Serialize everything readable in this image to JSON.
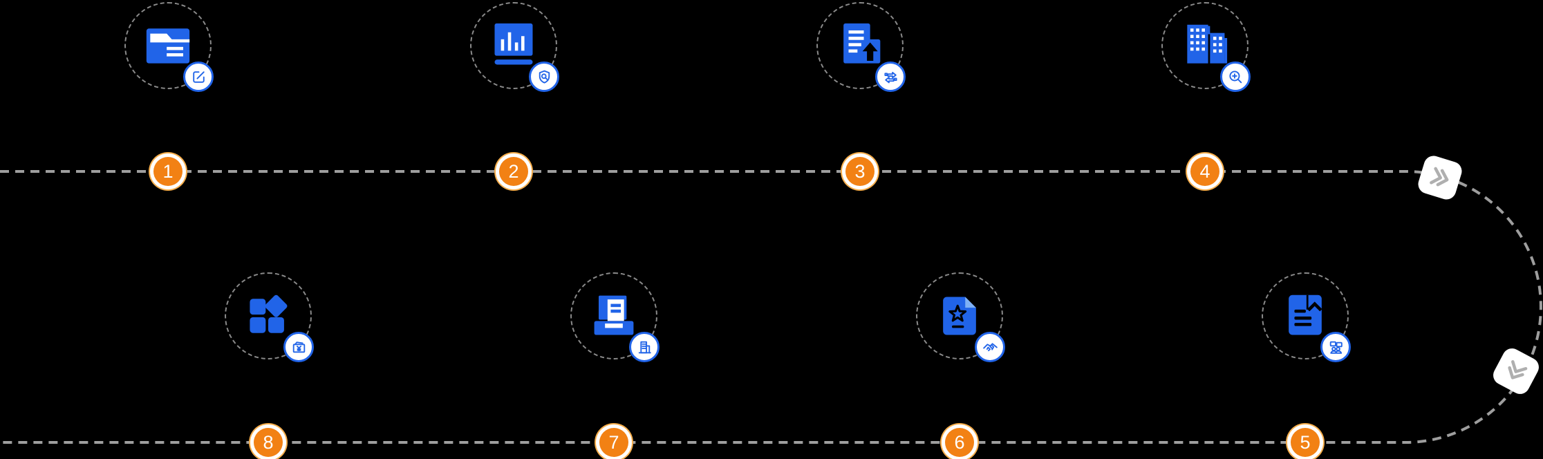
{
  "diagram": {
    "type": "process-flow-snake-timeline",
    "background": "#000000",
    "colors": {
      "icon_blue": "#2164E8",
      "fold_light_blue": "#7FB1F5",
      "badge_background": "#FFFFFF",
      "marker_orange": "#F28114",
      "marker_outer_ring": "#F6AE4C",
      "marker_text": "#FFFFFF",
      "path_gray": "#9E9E9E",
      "circle_gray": "#8A8A8A",
      "chevron_gray": "#AFAFAF"
    },
    "route": {
      "style": "dashed",
      "top_row_direction": "left-to-right",
      "bottom_row_direction": "right-to-left",
      "turn_side": "right"
    },
    "steps": [
      {
        "number": "1",
        "row": "top",
        "icon": "folder-edit",
        "badge_icon": "edit-pen-square"
      },
      {
        "number": "2",
        "row": "top",
        "icon": "bar-chart-board",
        "badge_icon": "shield-search"
      },
      {
        "number": "3",
        "row": "top",
        "icon": "document-upload",
        "badge_icon": "transfer-arrows"
      },
      {
        "number": "4",
        "row": "top",
        "icon": "buildings",
        "badge_icon": "magnifier-zoom-in"
      },
      {
        "number": "5",
        "row": "bottom",
        "icon": "notebook-bookmark",
        "badge_icon": "people-discussion"
      },
      {
        "number": "6",
        "row": "bottom",
        "icon": "certificate-star",
        "badge_icon": "handshake"
      },
      {
        "number": "7",
        "row": "bottom",
        "icon": "document-tray",
        "badge_icon": "building"
      },
      {
        "number": "8",
        "row": "bottom",
        "icon": "apps-grid-diamond",
        "badge_icon": "money-yen"
      }
    ],
    "connectors": [
      {
        "icon": "double-chevron",
        "position": "top-right-turn"
      },
      {
        "icon": "double-chevron",
        "position": "bottom-right-turn"
      }
    ]
  }
}
